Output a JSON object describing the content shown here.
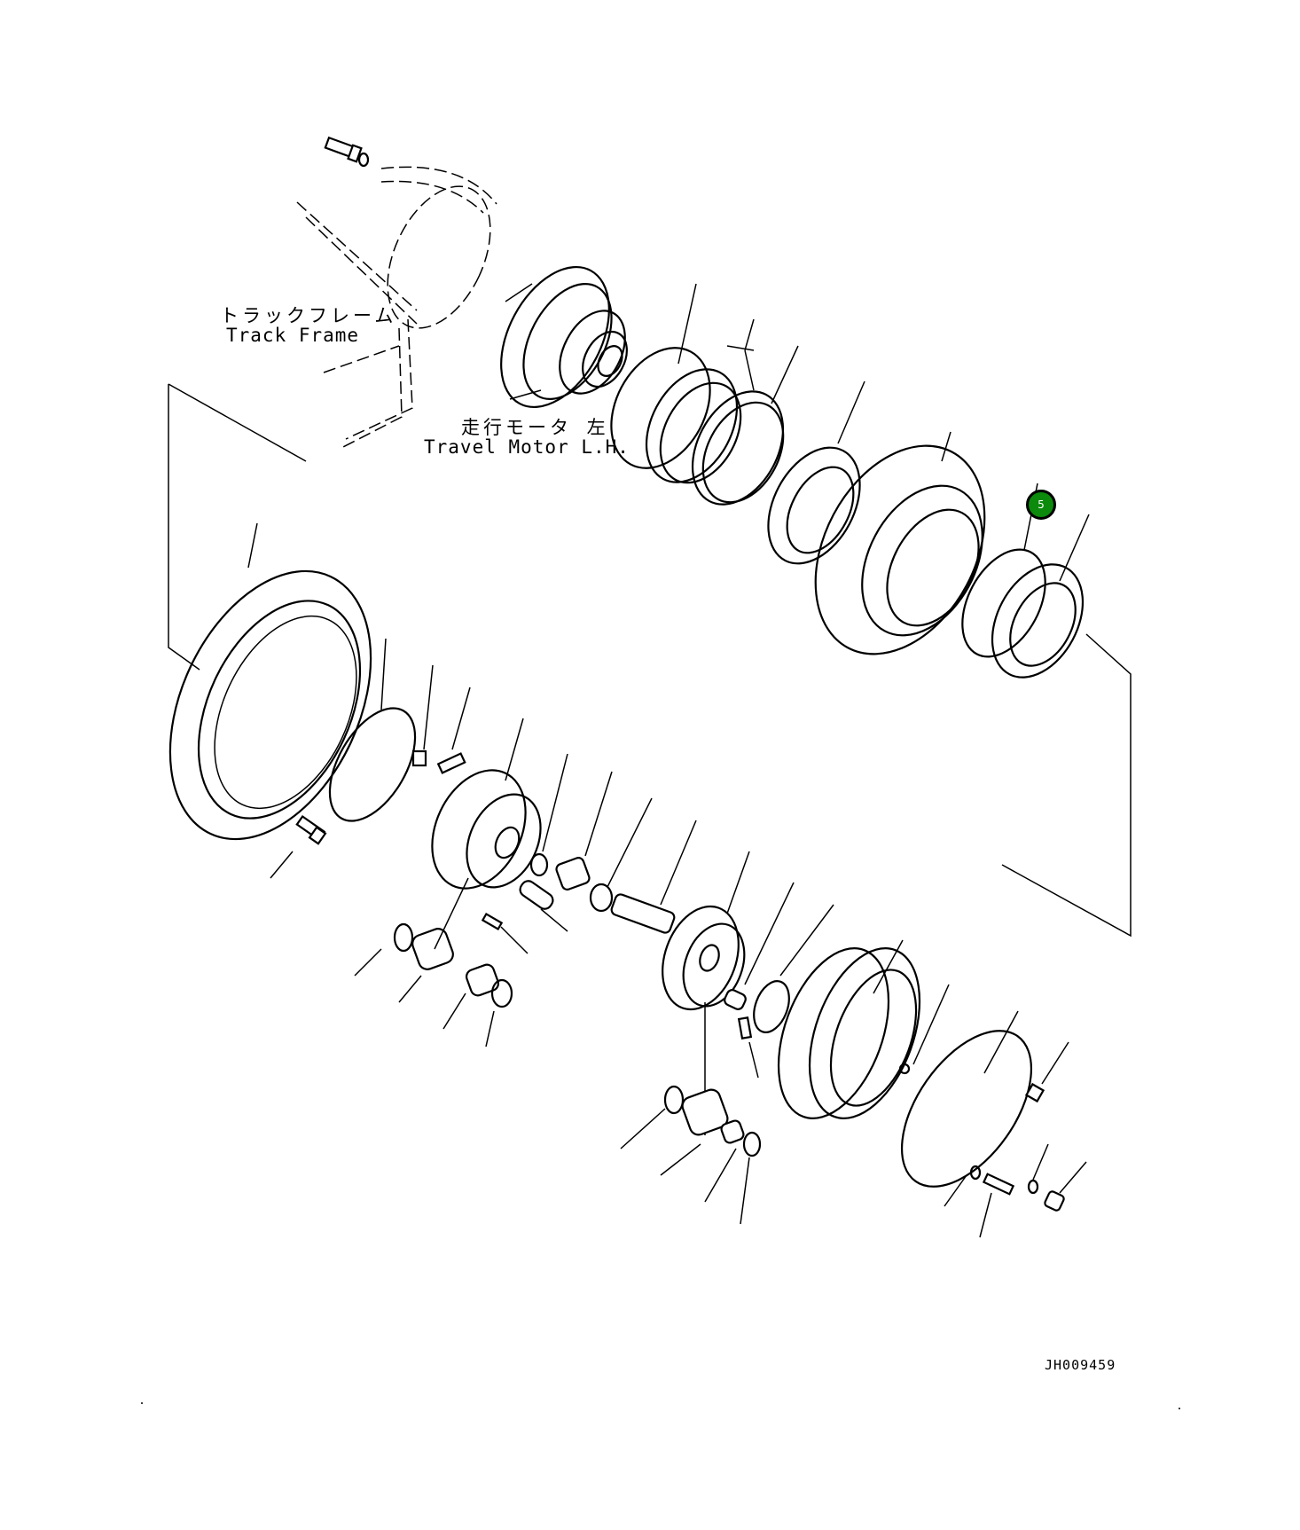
{
  "labels": {
    "track_frame_jp": "トラックフレーム",
    "track_frame_en": "Track Frame",
    "travel_motor_jp": "走行モータ 左",
    "travel_motor_en": "Travel Motor L.H."
  },
  "callout": {
    "number": "5",
    "color": "#0b8a0b"
  },
  "drawing_number": "JH009459"
}
